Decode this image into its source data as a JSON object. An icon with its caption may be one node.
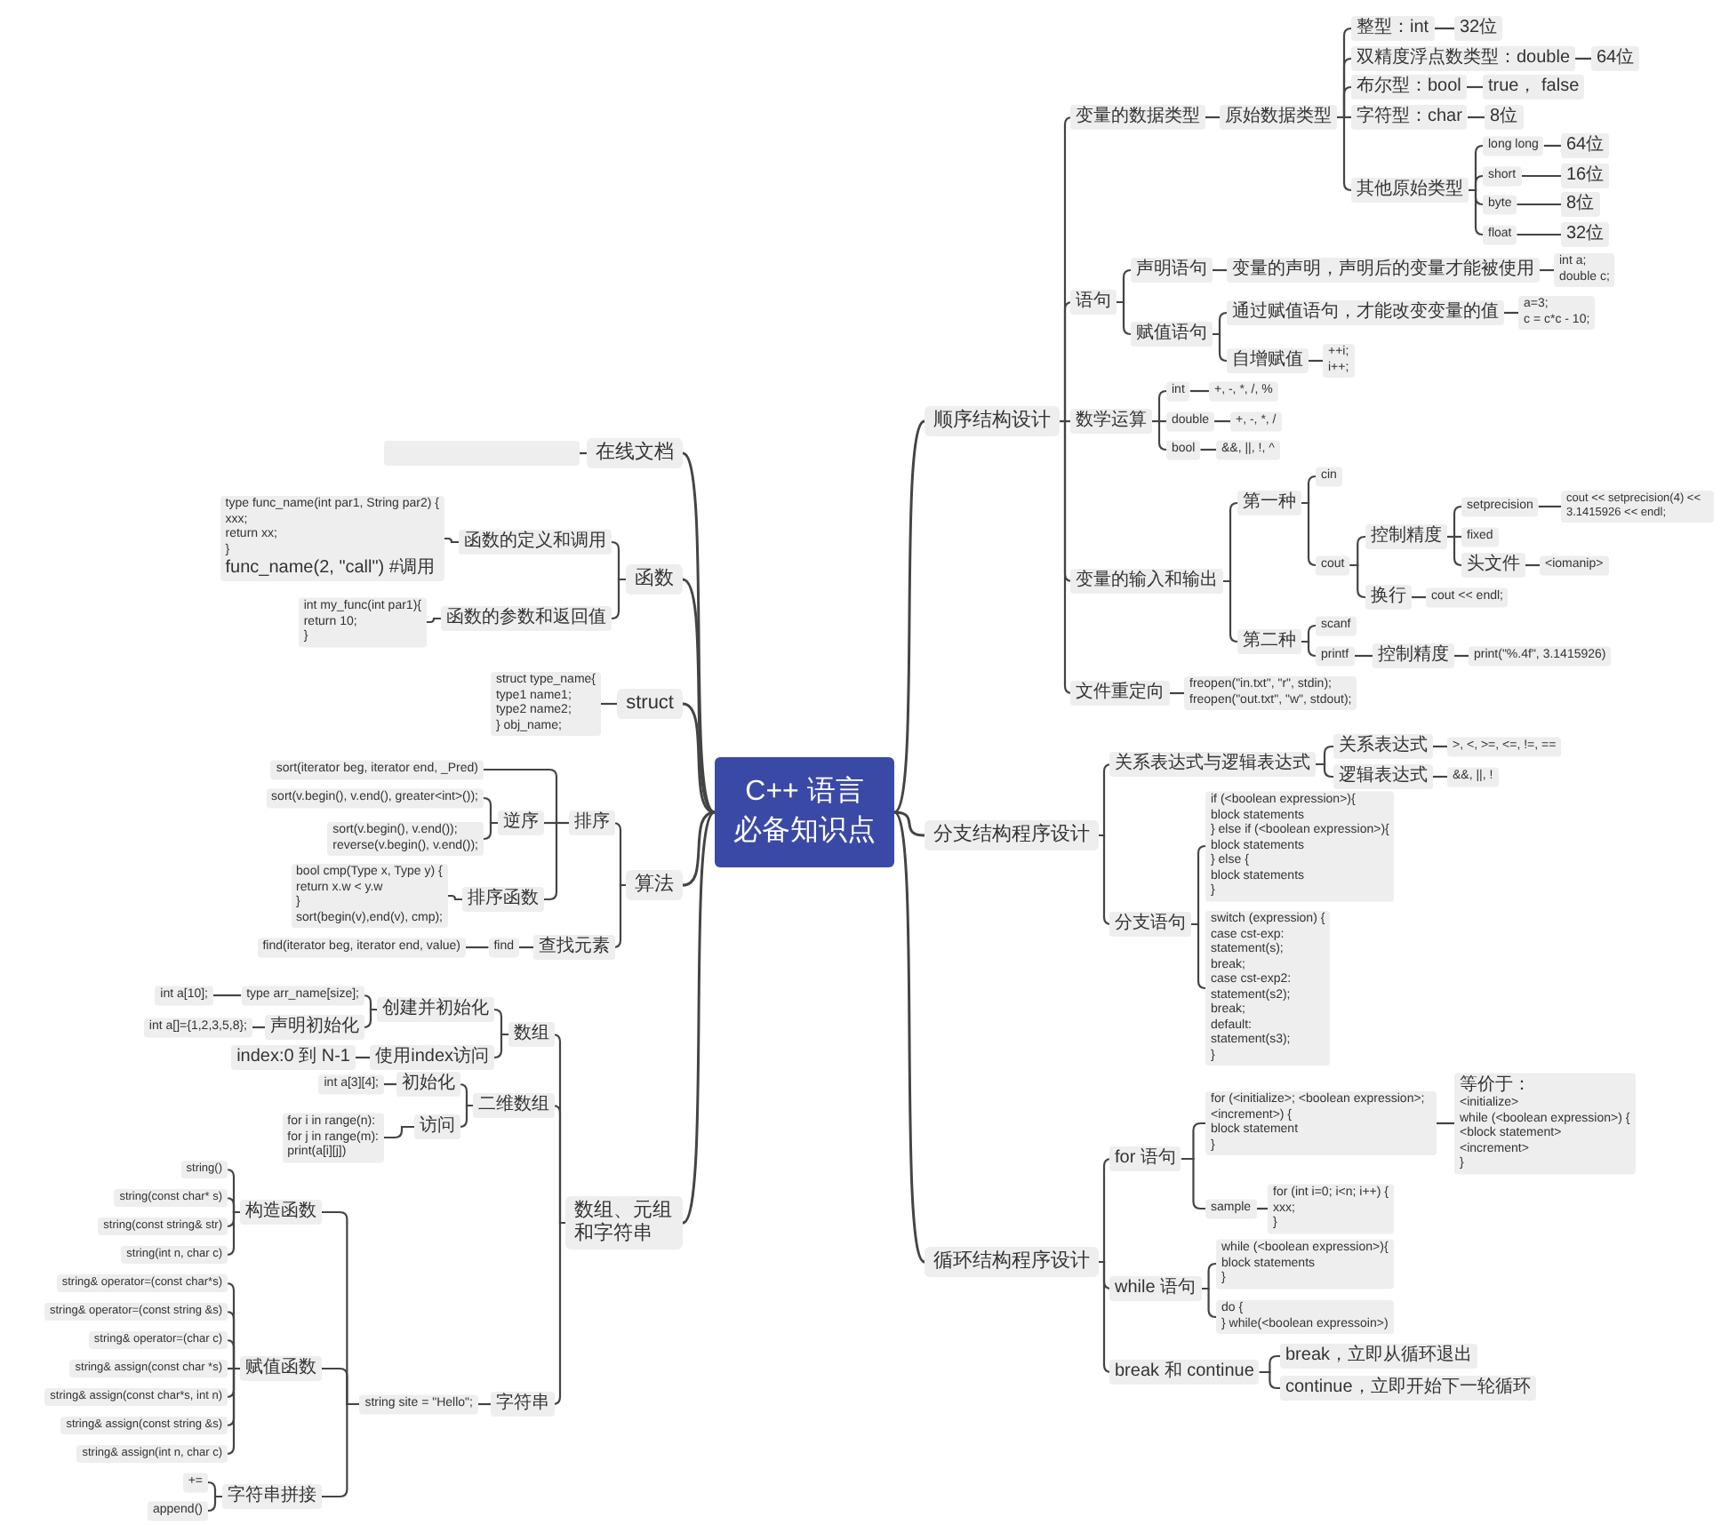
{
  "diagram": {
    "nodes": [
      {
        "text": [
          "C++ 语言必备知识点"
        ]
      },
      {
        "text": [
          "顺序结构设计"
        ]
      },
      {
        "text": [
          "变量的数据类型"
        ]
      },
      {
        "text": [
          "原始数据类型"
        ]
      },
      {
        "text": [
          "整型：int"
        ]
      },
      {
        "text": [
          "32位"
        ]
      },
      {
        "text": [
          "双精度浮点数类型：double"
        ]
      },
      {
        "text": [
          "64位"
        ]
      },
      {
        "text": [
          "布尔型：bool"
        ]
      },
      {
        "text": [
          "true， false"
        ]
      },
      {
        "text": [
          "字符型：char"
        ]
      },
      {
        "text": [
          "8位"
        ]
      },
      {
        "text": [
          "其他原始类型"
        ]
      },
      {
        "text": [
          "long long"
        ]
      },
      {
        "text": [
          "64位"
        ]
      },
      {
        "text": [
          "short"
        ]
      },
      {
        "text": [
          "16位"
        ]
      },
      {
        "text": [
          "byte"
        ]
      },
      {
        "text": [
          "8位"
        ]
      },
      {
        "text": [
          "float"
        ]
      },
      {
        "text": [
          "32位"
        ]
      },
      {
        "text": [
          "语句"
        ]
      },
      {
        "text": [
          "声明语句"
        ]
      },
      {
        "text": [
          "变量的声明，声明后的变量才能被使用"
        ]
      },
      {
        "text": [
          "int a;",
          "double c;"
        ]
      },
      {
        "text": [
          "赋值语句"
        ]
      },
      {
        "text": [
          "通过赋值语句，才能改变变量的值"
        ]
      },
      {
        "text": [
          "a=3;",
          "c = c*c - 10;"
        ]
      },
      {
        "text": [
          "自增赋值"
        ]
      },
      {
        "text": [
          "++i;",
          "i++;"
        ]
      },
      {
        "text": [
          "数学运算"
        ]
      },
      {
        "text": [
          "int"
        ]
      },
      {
        "text": [
          "+, -, *, /, %"
        ]
      },
      {
        "text": [
          "double"
        ]
      },
      {
        "text": [
          "+, -, *, /"
        ]
      },
      {
        "text": [
          "bool"
        ]
      },
      {
        "text": [
          "&&, ||, !, ^"
        ]
      },
      {
        "text": [
          "变量的输入和输出"
        ]
      },
      {
        "text": [
          "第一种"
        ]
      },
      {
        "text": [
          "cin"
        ]
      },
      {
        "text": [
          "cout"
        ]
      },
      {
        "text": [
          "控制精度"
        ]
      },
      {
        "text": [
          "setprecision"
        ]
      },
      {
        "text": [
          "cout << setprecision(4) << 3.1415926 << endl;"
        ]
      },
      {
        "text": [
          "fixed"
        ]
      },
      {
        "text": [
          "头文件"
        ]
      },
      {
        "text": [
          "<iomanip>"
        ]
      },
      {
        "text": [
          "换行"
        ]
      },
      {
        "text": [
          "cout << endl;"
        ]
      },
      {
        "text": [
          "第二种"
        ]
      },
      {
        "text": [
          "scanf"
        ]
      },
      {
        "text": [
          "printf"
        ]
      },
      {
        "text": [
          "控制精度"
        ]
      },
      {
        "text": [
          "print(\"%.4f\", 3.1415926)"
        ]
      },
      {
        "text": [
          "文件重定向"
        ]
      },
      {
        "text": [
          "freopen(\"in.txt\", \"r\", stdin);",
          "freopen(\"out.txt\", \"w\", stdout);"
        ]
      },
      {
        "text": [
          "分支结构程序设计"
        ]
      },
      {
        "text": [
          "关系表达式与逻辑表达式"
        ]
      },
      {
        "text": [
          "关系表达式"
        ]
      },
      {
        "text": [
          ">, <, >=, <=, !=, =="
        ]
      },
      {
        "text": [
          "逻辑表达式"
        ]
      },
      {
        "text": [
          "&&, ||, !"
        ]
      },
      {
        "text": [
          "分支语句"
        ]
      },
      {
        "text": [
          "if (<boolean expression>){",
          "block statements",
          "} else if (<boolean expression>){",
          "block statements",
          "} else {",
          "block statements",
          "}"
        ]
      },
      {
        "text": [
          "switch (expression) {",
          "case cst-exp:",
          "statement(s);",
          "break;",
          "case cst-exp2:",
          "statement(s2);",
          "break;",
          "default:",
          "statement(s3);",
          "}"
        ]
      },
      {
        "text": [
          "循环结构程序设计"
        ]
      },
      {
        "text": [
          "for 语句"
        ]
      },
      {
        "text": [
          "for (<initialize>; <boolean expression>; <increment>) {",
          "block statement",
          "}"
        ]
      },
      {
        "text": [
          "等价于：",
          "<initialize>",
          "while (<boolean expression>) {",
          "<block statement>",
          "<increment>",
          "}"
        ]
      },
      {
        "text": [
          "sample"
        ]
      },
      {
        "text": [
          "for (int i=0; i<n; i++) {",
          "xxx;",
          "}"
        ]
      },
      {
        "text": [
          "while 语句"
        ]
      },
      {
        "text": [
          "while (<boolean expression>){",
          "block statements",
          "}"
        ]
      },
      {
        "text": [
          "do {",
          "} while(<boolean expressoin>)"
        ]
      },
      {
        "text": [
          "break 和 continue"
        ]
      },
      {
        "text": [
          "break，立即从循环退出"
        ]
      },
      {
        "text": [
          "continue，立即开始下一轮循环"
        ]
      },
      {
        "text": [
          "在线文档"
        ]
      },
      {
        "text": [],
        "shape": "box"
      },
      {
        "text": [
          "函数"
        ]
      },
      {
        "text": [
          "函数的定义和调用"
        ]
      },
      {
        "text": [
          "type func_name(int par1, String par2) {",
          "xxx;",
          "return xx;",
          "}",
          "func_name(2, \"call\") #调用"
        ]
      },
      {
        "text": [
          "函数的参数和返回值"
        ]
      },
      {
        "text": [
          "int my_func(int par1){",
          "return 10;",
          "}"
        ]
      },
      {
        "text": [
          "struct"
        ]
      },
      {
        "text": [
          "struct type_name{",
          "type1 name1;",
          "type2 name2;",
          "} obj_name;"
        ]
      },
      {
        "text": [
          "算法"
        ]
      },
      {
        "text": [
          "排序"
        ]
      },
      {
        "text": [
          "sort(iterator beg, iterator end, _Pred)"
        ]
      },
      {
        "text": [
          "逆序"
        ]
      },
      {
        "text": [
          "sort(v.begin(), v.end(), greater<int>());"
        ]
      },
      {
        "text": [
          "sort(v.begin(), v.end());",
          "reverse(v.begin(), v.end());"
        ]
      },
      {
        "text": [
          "排序函数"
        ]
      },
      {
        "text": [
          "bool cmp(Type x, Type y) {",
          "return x.w < y.w",
          "}",
          "sort(begin(v),end(v), cmp);"
        ]
      },
      {
        "text": [
          "查找元素"
        ]
      },
      {
        "text": [
          "find"
        ]
      },
      {
        "text": [
          "find(iterator beg, iterator end, value)"
        ]
      },
      {
        "text": [
          "数组、元组和字符串"
        ]
      },
      {
        "text": [
          "数组"
        ]
      },
      {
        "text": [
          "创建并初始化"
        ]
      },
      {
        "text": [
          "type arr_name[size];"
        ]
      },
      {
        "text": [
          "int a[10];"
        ]
      },
      {
        "text": [
          "声明初始化"
        ]
      },
      {
        "text": [
          "int a[]={1,2,3,5,8};"
        ]
      },
      {
        "text": [
          "使用index访问"
        ]
      },
      {
        "text": [
          "index:0 到 N-1"
        ]
      },
      {
        "text": [
          "二维数组"
        ]
      },
      {
        "text": [
          "初始化"
        ]
      },
      {
        "text": [
          "int a[3][4];"
        ]
      },
      {
        "text": [
          "访问"
        ]
      },
      {
        "text": [
          "for i in range(n):",
          "for j in range(m):",
          "print(a[i][j])"
        ]
      },
      {
        "text": [
          "字符串"
        ]
      },
      {
        "text": [
          "string site = \"Hello\";"
        ]
      },
      {
        "text": [
          "构造函数"
        ]
      },
      {
        "text": [
          "string()"
        ]
      },
      {
        "text": [
          "string(const char* s)"
        ]
      },
      {
        "text": [
          "string(const string& str)"
        ]
      },
      {
        "text": [
          "string(int n, char c)"
        ]
      },
      {
        "text": [
          "赋值函数"
        ]
      },
      {
        "text": [
          "string& operator=(const char*s)"
        ]
      },
      {
        "text": [
          "string& operator=(const string &s)"
        ]
      },
      {
        "text": [
          "string& operator=(char c)"
        ]
      },
      {
        "text": [
          "string& assign(const char *s)"
        ]
      },
      {
        "text": [
          "string& assign(const char*s, int n)"
        ]
      },
      {
        "text": [
          "string& assign(const string &s)"
        ]
      },
      {
        "text": [
          "string& assign(int n, char c)"
        ]
      },
      {
        "text": [
          "字符串拼接"
        ]
      },
      {
        "text": [
          "+="
        ]
      },
      {
        "text": [
          "append()"
        ]
      }
    ],
    "edges": [
      {
        "from": 0,
        "to": 1,
        "arrow": "none"
      },
      {
        "from": 0,
        "to": 56,
        "arrow": "none"
      },
      {
        "from": 0,
        "to": 65,
        "arrow": "none"
      },
      {
        "from": 0,
        "to": 77,
        "arrow": "none"
      },
      {
        "from": 0,
        "to": 79,
        "arrow": "none"
      },
      {
        "from": 0,
        "to": 84,
        "arrow": "none"
      },
      {
        "from": 0,
        "to": 86,
        "arrow": "none"
      },
      {
        "from": 0,
        "to": 97,
        "arrow": "none"
      },
      {
        "from": 1,
        "to": 2,
        "arrow": "none"
      },
      {
        "from": 1,
        "to": 21,
        "arrow": "none"
      },
      {
        "from": 1,
        "to": 30,
        "arrow": "none"
      },
      {
        "from": 1,
        "to": 37,
        "arrow": "none"
      },
      {
        "from": 1,
        "to": 54,
        "arrow": "none"
      },
      {
        "from": 2,
        "to": 3,
        "arrow": "none"
      },
      {
        "from": 3,
        "to": 4,
        "arrow": "none"
      },
      {
        "from": 4,
        "to": 5,
        "arrow": "none"
      },
      {
        "from": 3,
        "to": 6,
        "arrow": "none"
      },
      {
        "from": 6,
        "to": 7,
        "arrow": "none"
      },
      {
        "from": 3,
        "to": 8,
        "arrow": "none"
      },
      {
        "from": 8,
        "to": 9,
        "arrow": "none"
      },
      {
        "from": 3,
        "to": 10,
        "arrow": "none"
      },
      {
        "from": 10,
        "to": 11,
        "arrow": "none"
      },
      {
        "from": 3,
        "to": 12,
        "arrow": "none"
      },
      {
        "from": 12,
        "to": 13,
        "arrow": "none"
      },
      {
        "from": 13,
        "to": 14,
        "arrow": "none"
      },
      {
        "from": 12,
        "to": 15,
        "arrow": "none"
      },
      {
        "from": 15,
        "to": 16,
        "arrow": "none"
      },
      {
        "from": 12,
        "to": 17,
        "arrow": "none"
      },
      {
        "from": 17,
        "to": 18,
        "arrow": "none"
      },
      {
        "from": 12,
        "to": 19,
        "arrow": "none"
      },
      {
        "from": 19,
        "to": 20,
        "arrow": "none"
      },
      {
        "from": 21,
        "to": 22,
        "arrow": "none"
      },
      {
        "from": 22,
        "to": 23,
        "arrow": "none"
      },
      {
        "from": 23,
        "to": 24,
        "arrow": "none"
      },
      {
        "from": 21,
        "to": 25,
        "arrow": "none"
      },
      {
        "from": 25,
        "to": 26,
        "arrow": "none"
      },
      {
        "from": 26,
        "to": 27,
        "arrow": "none"
      },
      {
        "from": 25,
        "to": 28,
        "arrow": "none"
      },
      {
        "from": 28,
        "to": 29,
        "arrow": "none"
      },
      {
        "from": 30,
        "to": 31,
        "arrow": "none"
      },
      {
        "from": 31,
        "to": 32,
        "arrow": "none"
      },
      {
        "from": 30,
        "to": 33,
        "arrow": "none"
      },
      {
        "from": 33,
        "to": 34,
        "arrow": "none"
      },
      {
        "from": 30,
        "to": 35,
        "arrow": "none"
      },
      {
        "from": 35,
        "to": 36,
        "arrow": "none"
      },
      {
        "from": 37,
        "to": 38,
        "arrow": "none"
      },
      {
        "from": 38,
        "to": 39,
        "arrow": "none"
      },
      {
        "from": 38,
        "to": 40,
        "arrow": "none"
      },
      {
        "from": 40,
        "to": 41,
        "arrow": "none"
      },
      {
        "from": 41,
        "to": 42,
        "arrow": "none"
      },
      {
        "from": 42,
        "to": 43,
        "arrow": "none"
      },
      {
        "from": 41,
        "to": 44,
        "arrow": "none"
      },
      {
        "from": 41,
        "to": 45,
        "arrow": "none"
      },
      {
        "from": 45,
        "to": 46,
        "arrow": "none"
      },
      {
        "from": 40,
        "to": 47,
        "arrow": "none"
      },
      {
        "from": 47,
        "to": 48,
        "arrow": "none"
      },
      {
        "from": 37,
        "to": 49,
        "arrow": "none"
      },
      {
        "from": 49,
        "to": 50,
        "arrow": "none"
      },
      {
        "from": 49,
        "to": 51,
        "arrow": "none"
      },
      {
        "from": 51,
        "to": 52,
        "arrow": "none"
      },
      {
        "from": 52,
        "to": 53,
        "arrow": "none"
      },
      {
        "from": 54,
        "to": 55,
        "arrow": "none"
      },
      {
        "from": 56,
        "to": 57,
        "arrow": "none"
      },
      {
        "from": 57,
        "to": 58,
        "arrow": "none"
      },
      {
        "from": 58,
        "to": 59,
        "arrow": "none"
      },
      {
        "from": 57,
        "to": 60,
        "arrow": "none"
      },
      {
        "from": 60,
        "to": 61,
        "arrow": "none"
      },
      {
        "from": 56,
        "to": 62,
        "arrow": "none"
      },
      {
        "from": 62,
        "to": 63,
        "arrow": "none"
      },
      {
        "from": 62,
        "to": 64,
        "arrow": "none"
      },
      {
        "from": 65,
        "to": 66,
        "arrow": "none"
      },
      {
        "from": 66,
        "to": 67,
        "arrow": "none"
      },
      {
        "from": 67,
        "to": 68,
        "arrow": "none"
      },
      {
        "from": 66,
        "to": 69,
        "arrow": "none"
      },
      {
        "from": 69,
        "to": 70,
        "arrow": "none"
      },
      {
        "from": 65,
        "to": 71,
        "arrow": "none"
      },
      {
        "from": 71,
        "to": 72,
        "arrow": "none"
      },
      {
        "from": 71,
        "to": 73,
        "arrow": "none"
      },
      {
        "from": 65,
        "to": 74,
        "arrow": "none"
      },
      {
        "from": 74,
        "to": 75,
        "arrow": "none"
      },
      {
        "from": 74,
        "to": 76,
        "arrow": "none"
      },
      {
        "from": 77,
        "to": 78,
        "arrow": "none"
      },
      {
        "from": 79,
        "to": 80,
        "arrow": "none"
      },
      {
        "from": 80,
        "to": 81,
        "arrow": "none"
      },
      {
        "from": 79,
        "to": 82,
        "arrow": "none"
      },
      {
        "from": 82,
        "to": 83,
        "arrow": "none"
      },
      {
        "from": 84,
        "to": 85,
        "arrow": "none"
      },
      {
        "from": 86,
        "to": 87,
        "arrow": "none"
      },
      {
        "from": 87,
        "to": 88,
        "arrow": "none"
      },
      {
        "from": 87,
        "to": 89,
        "arrow": "none"
      },
      {
        "from": 89,
        "to": 90,
        "arrow": "none"
      },
      {
        "from": 89,
        "to": 91,
        "arrow": "none"
      },
      {
        "from": 87,
        "to": 92,
        "arrow": "none"
      },
      {
        "from": 92,
        "to": 93,
        "arrow": "none"
      },
      {
        "from": 86,
        "to": 94,
        "arrow": "none"
      },
      {
        "from": 94,
        "to": 95,
        "arrow": "none"
      },
      {
        "from": 95,
        "to": 96,
        "arrow": "none"
      },
      {
        "from": 97,
        "to": 98,
        "arrow": "none"
      },
      {
        "from": 98,
        "to": 99,
        "arrow": "none"
      },
      {
        "from": 99,
        "to": 100,
        "arrow": "none"
      },
      {
        "from": 100,
        "to": 101,
        "arrow": "none"
      },
      {
        "from": 99,
        "to": 102,
        "arrow": "none"
      },
      {
        "from": 102,
        "to": 103,
        "arrow": "none"
      },
      {
        "from": 98,
        "to": 104,
        "arrow": "none"
      },
      {
        "from": 104,
        "to": 105,
        "arrow": "none"
      },
      {
        "from": 97,
        "to": 106,
        "arrow": "none"
      },
      {
        "from": 106,
        "to": 107,
        "arrow": "none"
      },
      {
        "from": 107,
        "to": 108,
        "arrow": "none"
      },
      {
        "from": 106,
        "to": 109,
        "arrow": "none"
      },
      {
        "from": 109,
        "to": 110,
        "arrow": "none"
      },
      {
        "from": 97,
        "to": 111,
        "arrow": "none"
      },
      {
        "from": 111,
        "to": 112,
        "arrow": "none"
      },
      {
        "from": 112,
        "to": 113,
        "arrow": "none"
      },
      {
        "from": 113,
        "to": 114,
        "arrow": "none"
      },
      {
        "from": 113,
        "to": 115,
        "arrow": "none"
      },
      {
        "from": 113,
        "to": 116,
        "arrow": "none"
      },
      {
        "from": 113,
        "to": 117,
        "arrow": "none"
      },
      {
        "from": 112,
        "to": 118,
        "arrow": "none"
      },
      {
        "from": 118,
        "to": 119,
        "arrow": "none"
      },
      {
        "from": 118,
        "to": 120,
        "arrow": "none"
      },
      {
        "from": 118,
        "to": 121,
        "arrow": "none"
      },
      {
        "from": 118,
        "to": 122,
        "arrow": "none"
      },
      {
        "from": 118,
        "to": 123,
        "arrow": "none"
      },
      {
        "from": 118,
        "to": 124,
        "arrow": "none"
      },
      {
        "from": 118,
        "to": 125,
        "arrow": "none"
      },
      {
        "from": 112,
        "to": 126,
        "arrow": "none"
      },
      {
        "from": 126,
        "to": 127,
        "arrow": "none"
      },
      {
        "from": 126,
        "to": 128,
        "arrow": "none"
      }
    ]
  }
}
